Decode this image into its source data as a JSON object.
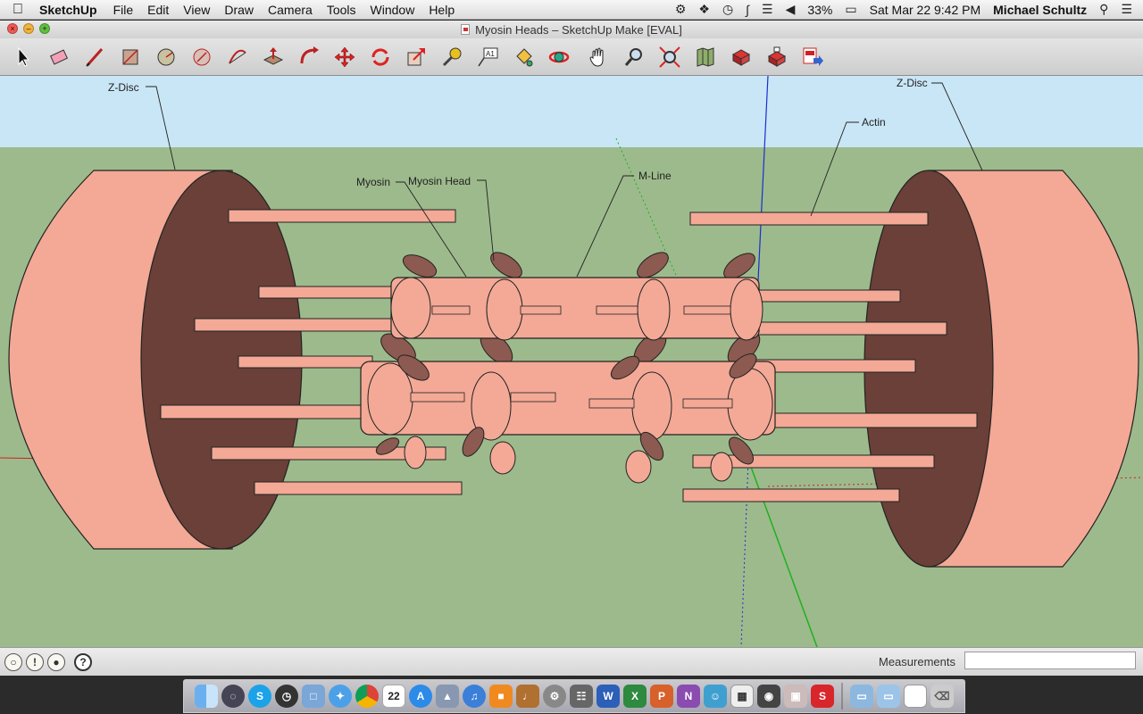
{
  "menubar": {
    "app_name": "SketchUp",
    "items": [
      "File",
      "Edit",
      "View",
      "Draw",
      "Camera",
      "Tools",
      "Window",
      "Help"
    ],
    "battery": "33%",
    "datetime": "Sat Mar 22  9:42 PM",
    "user": "Michael Schultz"
  },
  "window": {
    "title": "Myosin Heads – SketchUp Make [EVAL]"
  },
  "toolbar": {
    "tools": [
      "select-tool",
      "eraser-tool",
      "pencil-tool",
      "line-tool",
      "circle-tool",
      "polygon-tool",
      "arc-tool",
      "push-pull-tool",
      "follow-me-tool",
      "move-tool",
      "rotate-tool",
      "scale-tool",
      "tape-measure-tool",
      "text-tool",
      "paint-bucket-tool",
      "orbit-tool",
      "pan-tool",
      "zoom-tool",
      "zoom-extents-tool",
      "get-models-tool",
      "share-model-tool",
      "extension-warehouse-tool",
      "send-to-layout-tool"
    ]
  },
  "viewport": {
    "labels": {
      "zdisc_left": "Z-Disc",
      "zdisc_right": "Z-Disc",
      "actin": "Actin",
      "myosin": "Myosin",
      "myosin_head": "Myosin Head",
      "mline": "M-Line"
    },
    "colors": {
      "sky": "#c9e6f6",
      "ground": "#9dba8c",
      "salmon": "#f3a996",
      "dark_face": "#6a4039",
      "head": "#8c5a50"
    }
  },
  "statusbar": {
    "measurements_label": "Measurements",
    "measurements_value": ""
  },
  "dock": {
    "apps": [
      "finder",
      "dashboard",
      "skype",
      "time-machine",
      "preview",
      "safari",
      "chrome",
      "calendar",
      "app-store",
      "photos",
      "itunes",
      "ibooks",
      "garageband",
      "system-preferences",
      "image-capture",
      "word",
      "excel",
      "powerpoint",
      "onenote",
      "messenger",
      "sketchup",
      "downloads",
      "documents",
      "trash"
    ]
  }
}
